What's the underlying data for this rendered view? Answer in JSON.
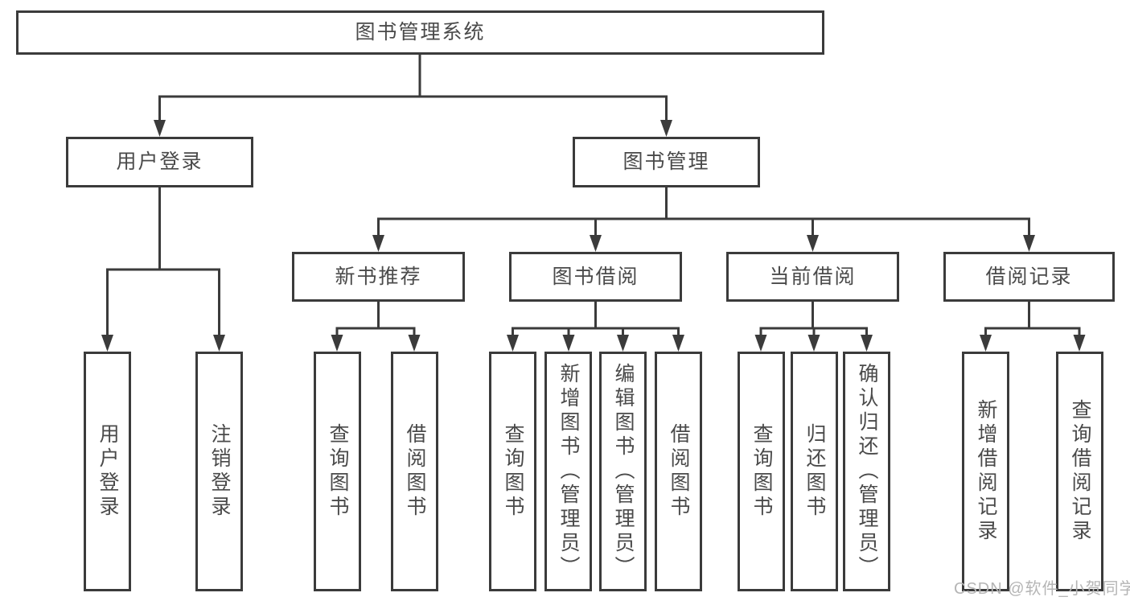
{
  "colors": {
    "line": "#3b3b3b",
    "text": "#4a4a4a",
    "background": "#ffffff",
    "watermark": "#b5b5b5"
  },
  "watermark": "CSDN @软件_小贺同学",
  "tree": {
    "label": "图书管理系统",
    "children": [
      {
        "label": "用户登录",
        "children": [
          {
            "label": "用户登录"
          },
          {
            "label": "注销登录"
          }
        ]
      },
      {
        "label": "图书管理",
        "children": [
          {
            "label": "新书推荐",
            "children": [
              {
                "label": "查询图书"
              },
              {
                "label": "借阅图书"
              }
            ]
          },
          {
            "label": "图书借阅",
            "children": [
              {
                "label": "查询图书"
              },
              {
                "label": "新增图书（管理员）"
              },
              {
                "label": "编辑图书（管理员）"
              },
              {
                "label": "借阅图书"
              }
            ]
          },
          {
            "label": "当前借阅",
            "children": [
              {
                "label": "查询图书"
              },
              {
                "label": "归还图书"
              },
              {
                "label": "确认归还（管理员）"
              }
            ]
          },
          {
            "label": "借阅记录",
            "children": [
              {
                "label": "新增借阅记录"
              },
              {
                "label": "查询借阅记录"
              }
            ]
          }
        ]
      }
    ]
  }
}
